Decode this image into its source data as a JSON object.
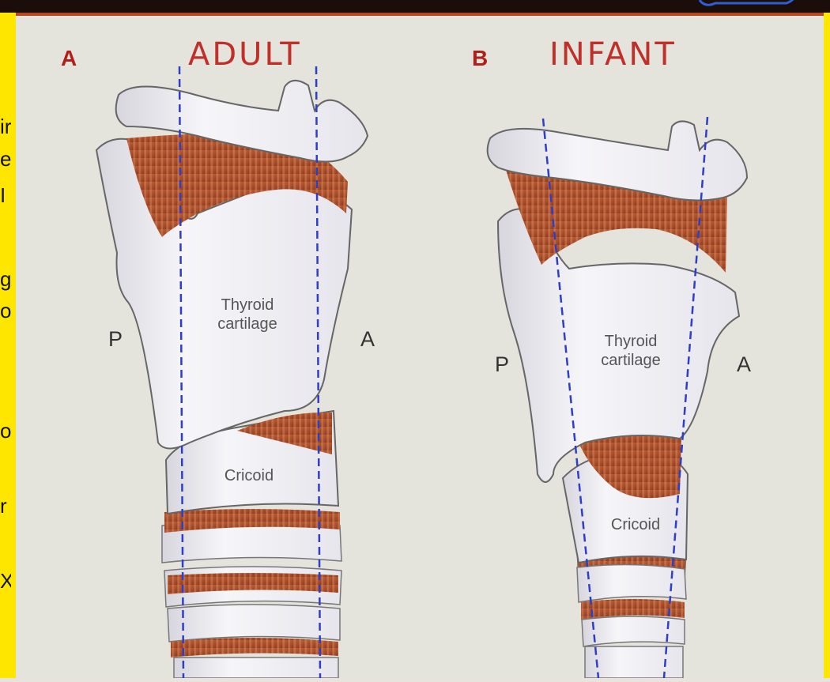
{
  "panels": [
    {
      "letter": "A",
      "title": "ADULT",
      "posterior": "P",
      "anterior": "A",
      "thyroid_line1": "Thyroid",
      "thyroid_line2": "cartilage",
      "cricoid": "Cricoid"
    },
    {
      "letter": "B",
      "title": "INFANT",
      "posterior": "P",
      "anterior": "A",
      "thyroid_line1": "Thyroid",
      "thyroid_line2": "cartilage",
      "cricoid": "Cricoid"
    }
  ],
  "colors": {
    "slide_background": "#ffe600",
    "top_bar": "#1a0d0a",
    "muscle": "#b35a34",
    "cartilage": "#f1f0f4",
    "guide_lines": "#2f3fc4",
    "label_red": "#c0302a"
  },
  "left_text_fragments": [
    "ir",
    "e",
    "I",
    "g",
    "o",
    "o",
    "r",
    "Xl"
  ]
}
